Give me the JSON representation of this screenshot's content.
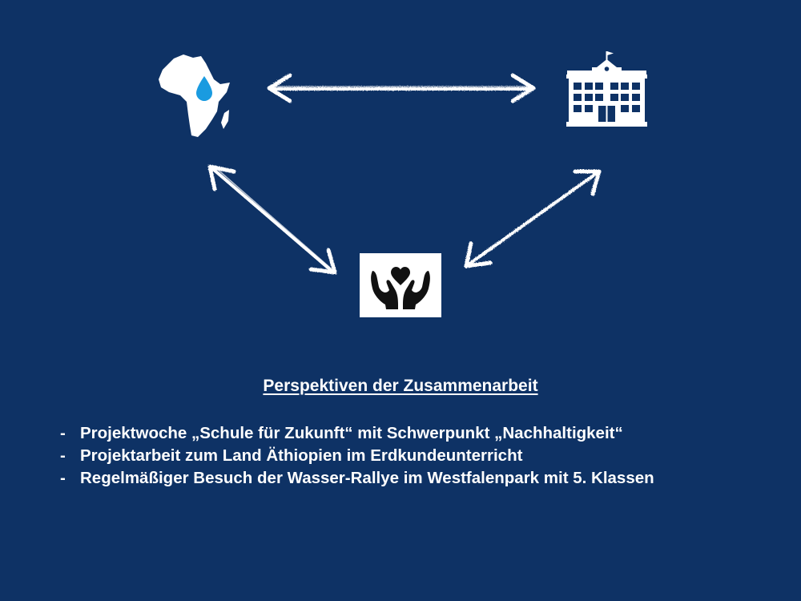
{
  "diagram": {
    "nodes": [
      {
        "id": "africa",
        "icon": "africa-water-drop-icon"
      },
      {
        "id": "school",
        "icon": "school-building-icon"
      },
      {
        "id": "charity",
        "icon": "hands-heart-icon"
      }
    ],
    "links": [
      {
        "from": "africa",
        "to": "school",
        "style": "double-headed chalk arrow"
      },
      {
        "from": "africa",
        "to": "charity",
        "style": "double-headed chalk arrow"
      },
      {
        "from": "school",
        "to": "charity",
        "style": "double-headed chalk arrow"
      }
    ],
    "colors": {
      "background": "#0e3265",
      "icon": "#ffffff",
      "drop": "#1a9be0",
      "hands_box": "#ffffff",
      "hands": "#111111"
    }
  },
  "section": {
    "heading": "Perspektiven der Zusammenarbeit",
    "bullet_marker": "-",
    "items": [
      "Projektwoche „Schule für Zukunft“ mit Schwerpunkt „Nachhaltigkeit“",
      "Projektarbeit zum Land Äthiopien im Erdkundeunterricht",
      "Regelmäßiger Besuch der Wasser-Rallye im Westfalenpark mit 5. Klassen"
    ]
  }
}
